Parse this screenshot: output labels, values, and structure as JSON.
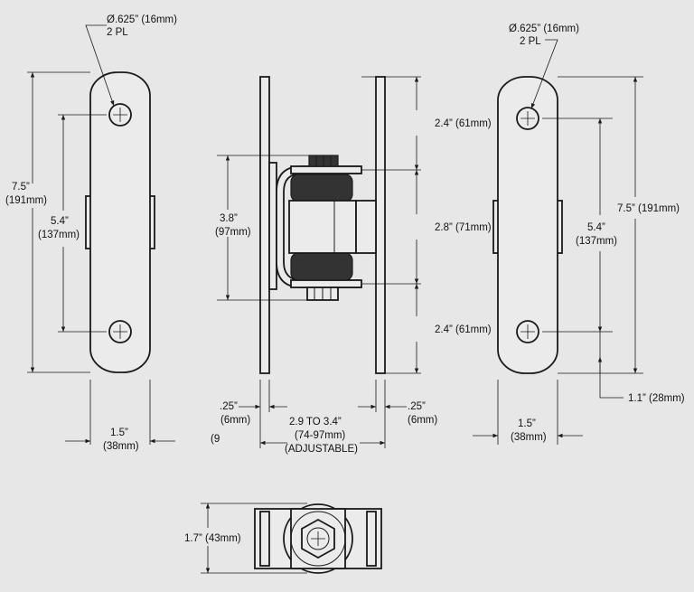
{
  "labels": {
    "hole_dia_left": "Ø.625” (16mm)",
    "hole_qty_left": "2 PL",
    "hole_dia_right": "Ø.625” (16mm)",
    "hole_qty_right": "2 PL",
    "overall_height_left_in": "7.5”",
    "overall_height_left_mm": "(191mm)",
    "hole_spacing_left_in": "5.4”",
    "hole_spacing_left_mm": "(137mm)",
    "width_left_in": "1.5”",
    "width_left_mm": "(38mm)",
    "barrel_height_in": "3.8”",
    "barrel_height_mm": "(97mm)",
    "upper_segment": "2.4” (61mm)",
    "middle_segment": "2.8” (71mm)",
    "lower_segment": "2.4” (61mm)",
    "plate_thickness_left_in": ".25”",
    "plate_thickness_left_mm": "(6mm)",
    "plate_thickness_right_in": ".25”",
    "plate_thickness_right_mm": "(6mm)",
    "gap_range": "2.9 TO 3.4”",
    "gap_range_mm": "(74-97mm)",
    "gap_note": "(ADJUSTABLE)",
    "overall_height_right": "7.5” (191mm)",
    "hole_spacing_right_in": "5.4”",
    "hole_spacing_right_mm": "(137mm)",
    "width_right_in": "1.5”",
    "width_right_mm": "(38mm)",
    "hole_offset_right": "1.1” (28mm)",
    "top_view_height": "1.7” (43mm)",
    "cut_fragment": "(9"
  }
}
